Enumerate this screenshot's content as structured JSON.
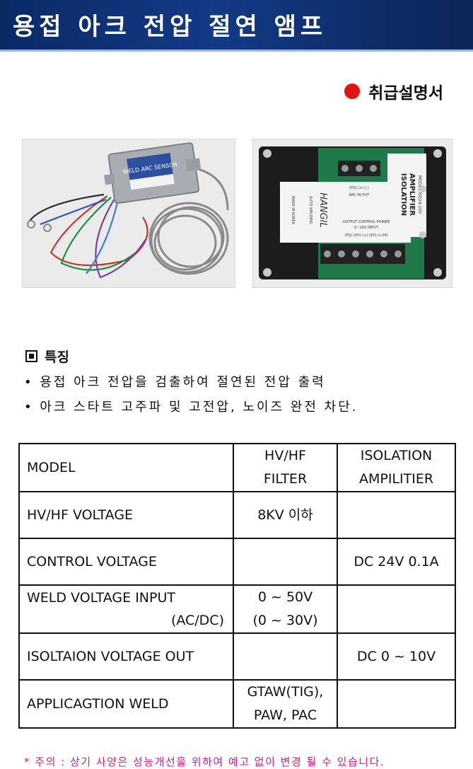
{
  "header": {
    "title": "용접 아크 전압 절연 앰프"
  },
  "subtitle": {
    "text": "취급설명서"
  },
  "photos": {
    "left_box_label": "WELD ARC SENSOR",
    "right_board": {
      "title_line1": "ISOLATION",
      "title_line2": "AMPLIFIER",
      "model_line": "MODEL:IS024-10V",
      "brand": "HANGIL",
      "brand_sub": "AUTO WELDING",
      "made_in": "MADE IN KOREA",
      "arc_in": "(FG) (+) (-)",
      "arc_in_label": "ARC-IN PUT",
      "out_label": "OUTPUT CONTROL POWER",
      "out_sub": "0~10V INPUT",
      "out_terms": "(FG) (0V) (+) (0V) (+24)"
    }
  },
  "features": {
    "title": "특징",
    "items": [
      "• 용접 아크 전압을 검출하여 절연된 전압 출력",
      "• 아크 스타트 고주파 및 고전압, 노이즈 완전 차단."
    ]
  },
  "spec_table": {
    "header": {
      "label": "MODEL",
      "col1_line1": "HV/HF",
      "col1_line2": "FILTER",
      "col2_line1": "ISOLATION",
      "col2_line2": "AMPILITIER"
    },
    "rows": [
      {
        "label": "HV/HF VOLTAGE",
        "col1": "8KV 이하",
        "col2": ""
      },
      {
        "label": "CONTROL VOLTAGE",
        "col1": "",
        "col2": "DC 24V 0.1A"
      },
      {
        "label_line1": "WELD VOLTAGE INPUT",
        "label_line2": "(AC/DC)",
        "col1_line1": "0 ~ 50V",
        "col1_line2": "(0 ~ 30V)",
        "col2": ""
      },
      {
        "label": "ISOLTAION VOLTAGE OUT",
        "col1": "",
        "col2": "DC 0 ~ 10V"
      },
      {
        "label": "APPLICAGTION WELD",
        "col1_line1": "GTAW(TIG),",
        "col1_line2": "PAW, PAC",
        "col2": ""
      }
    ]
  },
  "note": {
    "text": "* 주의 : 상기 사양은 성능개선을 위하여 예고 없이 변경 될 수 있습니다."
  },
  "colors": {
    "header_bg": "#123a85",
    "accent_red": "#e31313",
    "note_color": "#cc1f8a"
  }
}
